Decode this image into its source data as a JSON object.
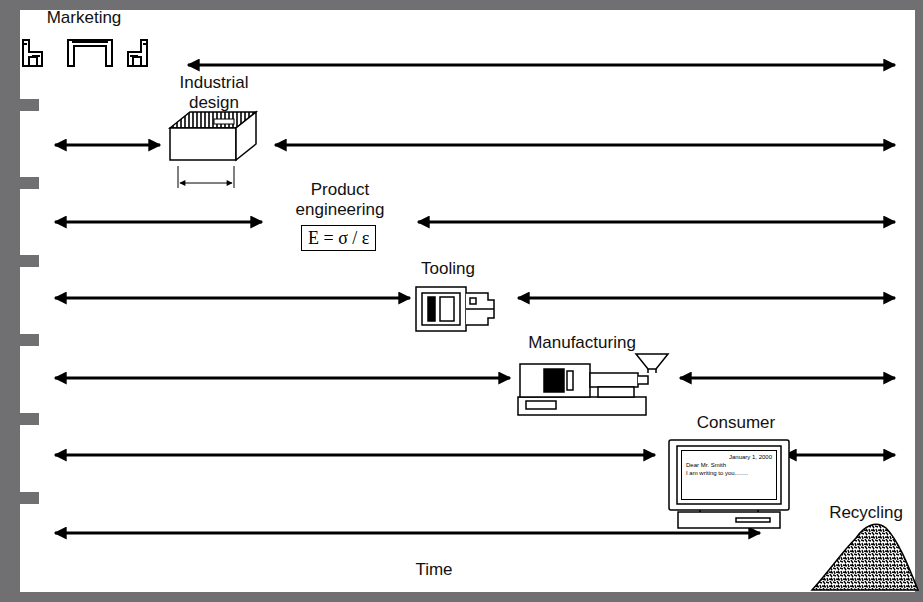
{
  "diagram": {
    "nodes": [
      {
        "text": [
          "E = σ / ε"
        ]
      },
      {
        "text": [
          "January 1, 2000",
          "Dear Mr. Smith",
          "I am writing to you........"
        ]
      }
    ],
    "labels": [
      "Marketing",
      "Industrial design",
      "Product engineering",
      "Tooling",
      "Manufacturing",
      "Consumer",
      "Recycling",
      "Time"
    ]
  }
}
